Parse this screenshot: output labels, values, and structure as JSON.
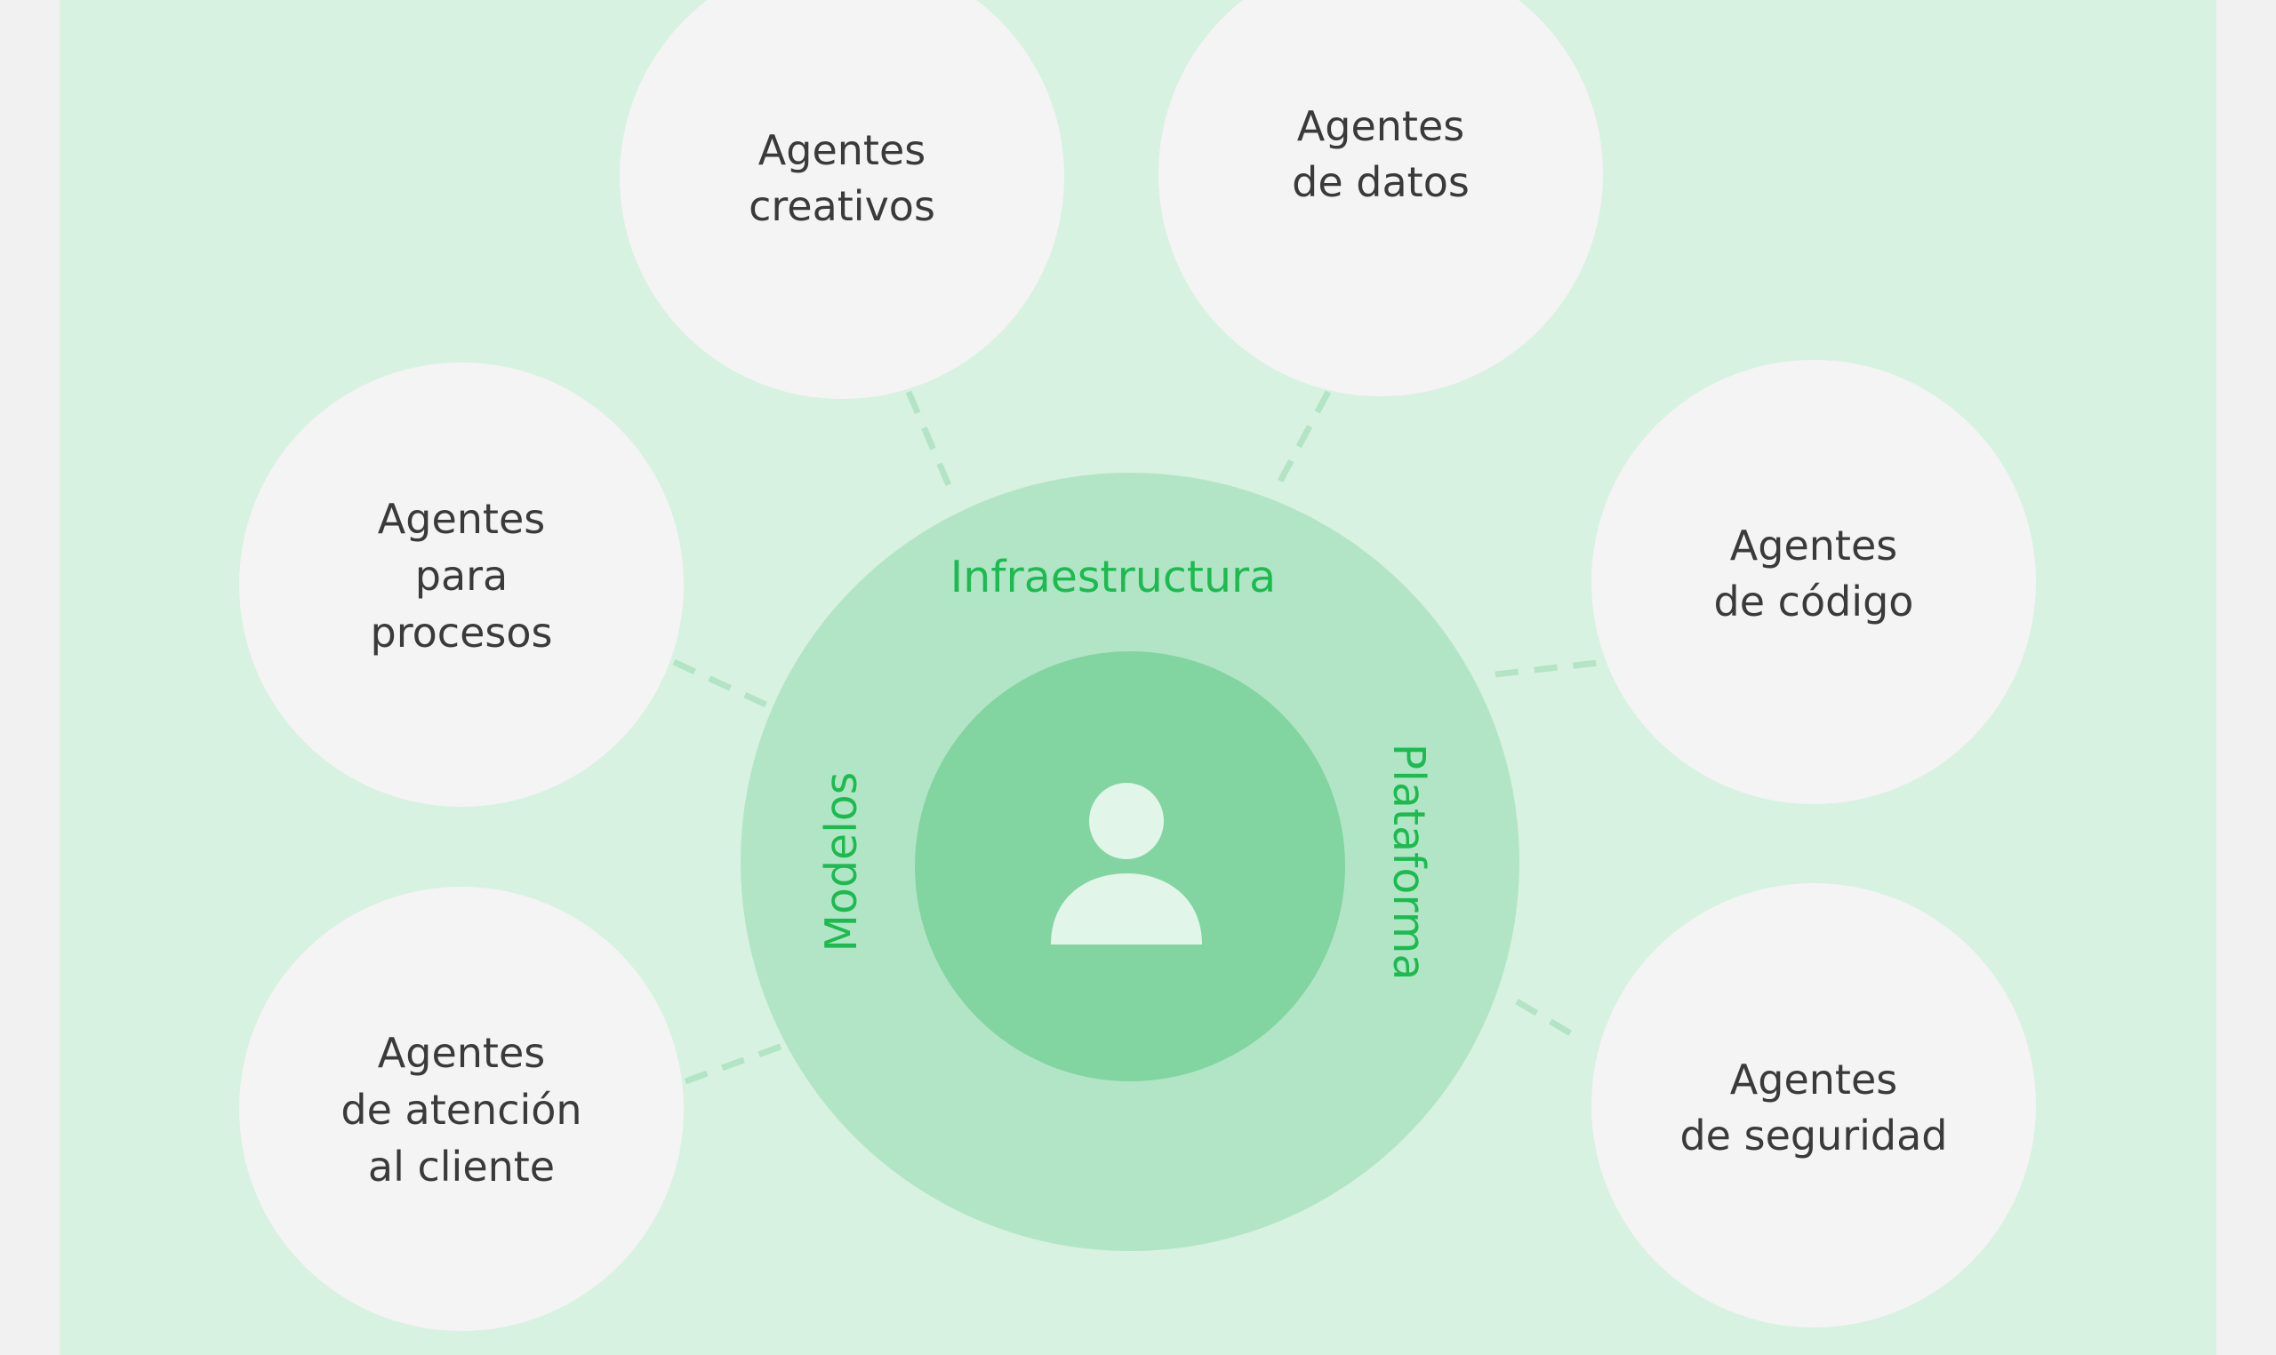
{
  "colors": {
    "page_bg": "#f1f1f1",
    "panel_bg": "#d8f2e1",
    "outer_ring": "#b2e5c6",
    "inner_circle": "#82d5a0",
    "agent_circle": "#f4f4f4",
    "accent_text": "#1dbb4f",
    "icon": "#e2f5e9"
  },
  "center": {
    "icon": "user-icon",
    "labels": {
      "top": "Infraestructura",
      "left": "Modelos",
      "right": "Plataforma"
    }
  },
  "agents": [
    {
      "lines": [
        "Agentes",
        "creativos"
      ]
    },
    {
      "lines": [
        "Agentes",
        "de datos"
      ]
    },
    {
      "lines": [
        "Agentes",
        "para",
        "procesos"
      ]
    },
    {
      "lines": [
        "Agentes",
        "de código"
      ]
    },
    {
      "lines": [
        "Agentes",
        "de atención",
        "al cliente"
      ]
    },
    {
      "lines": [
        "Agentes",
        "de seguridad"
      ]
    }
  ]
}
